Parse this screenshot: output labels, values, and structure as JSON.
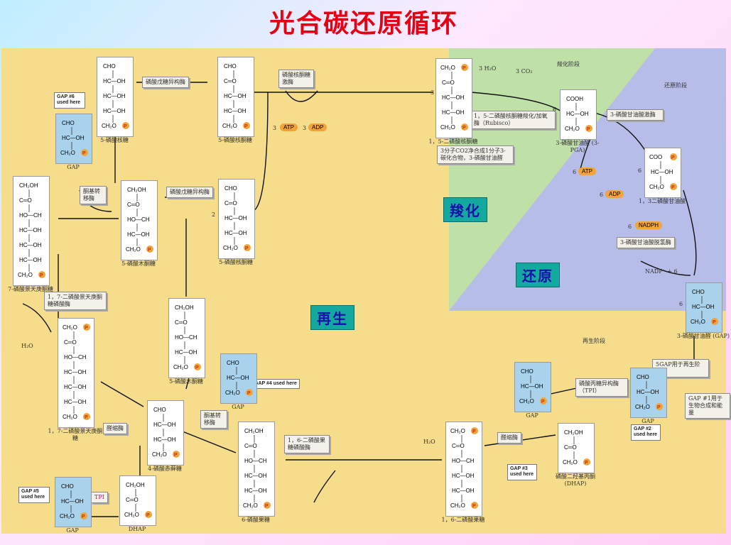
{
  "title": "光合碳还原循环",
  "regions": {
    "carboxylation": "羧化",
    "reduction": "还原",
    "regeneration": "再生"
  },
  "phase_labels": {
    "carboxylation": "羧化阶段",
    "reduction": "还原阶段",
    "regeneration": "再生阶段"
  },
  "molecules": [
    {
      "id": "ribose5p",
      "lines": [
        "CHO",
        "HC—OH",
        "HC—OH",
        "HC—OH",
        "CH₂O P"
      ],
      "label": "5-磷酸核糖",
      "blue": false
    },
    {
      "id": "ribulose5p_top",
      "lines": [
        "CHO",
        "C═O",
        "HC—OH",
        "HC—OH",
        "CH₂O P"
      ],
      "label": "5-磷酸核酮糖",
      "blue": false
    },
    {
      "id": "rubp",
      "lines": [
        "CH₂O P",
        "C═O",
        "HC—OH",
        "HC—OH",
        "CH₂O P"
      ],
      "label": "1，5-二磷酸核酮糖",
      "blue": false
    },
    {
      "id": "pga",
      "lines": [
        "COOH",
        "HC—OH",
        "CH₂O P"
      ],
      "label": "3-磷酸甘油酸",
      "sublabel": "(3-PGA)",
      "blue": false
    },
    {
      "id": "bpg",
      "lines": [
        "COO P",
        "HC—OH",
        "CH₂O P"
      ],
      "label": "1，3二磷酸甘油酸",
      "blue": false
    },
    {
      "id": "gap_main",
      "lines": [
        "CHO",
        "HC—OH",
        "CH₂O P"
      ],
      "label": "3-磷酸甘油醛",
      "sublabel": "(GAP)",
      "blue": true
    },
    {
      "id": "gap6",
      "lines": [
        "CHO",
        "HC—OH",
        "CH₂O P"
      ],
      "label": "GAP",
      "blue": true
    },
    {
      "id": "sedo7p",
      "lines": [
        "CH₂OH",
        "C═O",
        "HO—CH",
        "HC—OH",
        "HC—OH",
        "HC—OH",
        "CH₂O P"
      ],
      "label": "7-磷酸景天庚酮糖",
      "blue": false
    },
    {
      "id": "xylu5p_a",
      "lines": [
        "CH₂OH",
        "C═O",
        "HO—CH",
        "HC—OH",
        "CH₂O P"
      ],
      "label": "5-磷酸木酮糖",
      "blue": false
    },
    {
      "id": "ribulose5p_mid",
      "lines": [
        "CHO",
        "C═O",
        "HC—OH",
        "HC—OH",
        "CH₂O P"
      ],
      "label": "5-磷酸核酮糖",
      "blue": false
    },
    {
      "id": "xylu5p_b",
      "lines": [
        "CH₂OH",
        "C═O",
        "HO—CH",
        "HC—OH",
        "CH₂O P"
      ],
      "label": "5-磷酸木酮糖",
      "blue": false
    },
    {
      "id": "sbp",
      "lines": [
        "CH₂O P",
        "C═O",
        "HO—CH",
        "HC—OH",
        "HC—OH",
        "HC—OH",
        "CH₂O P"
      ],
      "label": "1，7-二磷酸景天庚酮糖",
      "blue": false
    },
    {
      "id": "gap4",
      "lines": [
        "CHO",
        "HC—OH",
        "CH₂O P"
      ],
      "label": "GAP",
      "blue": true
    },
    {
      "id": "e4p",
      "lines": [
        "CHO",
        "HC—OH",
        "HC—OH",
        "CH₂O P"
      ],
      "label": "4-磷酸赤藓糖",
      "blue": false
    },
    {
      "id": "f6p",
      "lines": [
        "CH₂OH",
        "C═O",
        "HO—CH",
        "HC—OH",
        "HC—OH",
        "CH₂O P"
      ],
      "label": "6-磷酸果糖",
      "blue": false
    },
    {
      "id": "gap5",
      "lines": [
        "CHO",
        "HC—OH",
        "CH₂O P"
      ],
      "label": "GAP",
      "blue": true
    },
    {
      "id": "dhap_l",
      "lines": [
        "CH₂OH",
        "C═O",
        "CH₂O P"
      ],
      "label": "DHAP",
      "blue": false
    },
    {
      "id": "fbp",
      "lines": [
        "CH₂O P",
        "C═O",
        "HO—CH",
        "HC—OH",
        "HC—OH",
        "CH₂O P"
      ],
      "label": "1，6-二磷酸果糖",
      "blue": false
    },
    {
      "id": "gap3",
      "lines": [
        "CHO",
        "HC—OH",
        "CH₂O P"
      ],
      "label": "GAP",
      "blue": true
    },
    {
      "id": "dhap_r",
      "lines": [
        "CH₂OH",
        "C═O",
        "CH₂O P"
      ],
      "label": "磷酸二羟基丙酮",
      "sublabel": "(DHAP)",
      "blue": false
    },
    {
      "id": "gap2",
      "lines": [
        "CHO",
        "HC—OH",
        "CH₂O P"
      ],
      "label": "GAP",
      "blue": true
    }
  ],
  "enzymes": {
    "ribose_isomerase": "磷酸戊糖异构酶",
    "ribulose_kinase": "磷酸核酮糖激酶",
    "rubisco": "1，5-二磷酸核酮糖羧化/加氧酶（Rubisco）",
    "pga_kinase": "3-磷酸甘油酸激酶",
    "gap_dh": "3-磷酸甘油酸脱氢酶",
    "epimerase": "磷酸戊糖异构酶",
    "transketolase_top": "酮基转移酶",
    "sbpase": "1，7-二磷酸景天庚酮糖磷酸酶",
    "aldolase_left": "醛缩酶",
    "transketolase_bottom": "酮基转移酶",
    "fbpase": "1，6-二磷酸果糖磷酸酶",
    "aldolase_right": "醛缩酶",
    "tpi": "磷酸丙糖异构酶（TPI）",
    "tpi_short": "TPI"
  },
  "notes": {
    "carbon_fix": "3分子CO2净合成1分子3-碳化合物，3-磷酸甘油醛",
    "gap_regen": "5GAP用于再生阶段",
    "gap_out": "GAP #1用于生物合成和能量"
  },
  "gap_tags": {
    "g6": "GAP #6 used here",
    "g4": "GAP #4 used here",
    "g5": "GAP #5 used here",
    "g3": "GAP #3 used here",
    "g2": "GAP #2 used here"
  },
  "reagents": {
    "h2o_co2": [
      "3 H₂O",
      "3 CO₂"
    ],
    "atp3": "3",
    "atp": "ATP",
    "adp3": "3",
    "adp": "ADP",
    "atp6": "6",
    "adp6": "6",
    "nadph": "NADPH",
    "nadph6": "6",
    "nadp": "NADP⁺ + 6",
    "h2o": "H₂O",
    "stoich_rubp": "3",
    "stoich_pga": "6",
    "stoich_bpg": "6",
    "stoich_gap": "6",
    "stoich_ru5p": "2"
  },
  "colors": {
    "title": "#e60012",
    "stage_bg": "#f6dd8c",
    "green": "#bfe0a6",
    "purple": "#b6bde8",
    "region_box": "#14a9a0",
    "phosphate": "#f2a33a"
  }
}
